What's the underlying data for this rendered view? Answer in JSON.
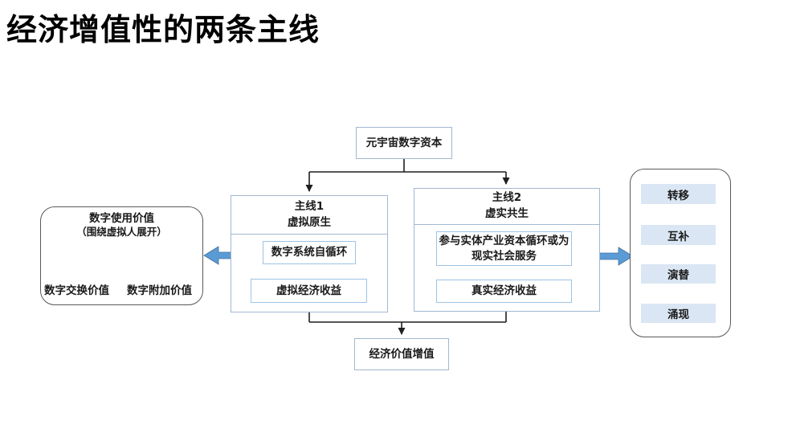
{
  "title": "经济增值性的两条主线",
  "flow": {
    "source": "元宇宙数字资本",
    "line1": {
      "name": "主线1",
      "subtitle": "虚拟原生",
      "step1": "数字系统自循环",
      "step2": "虚拟经济收益"
    },
    "line2": {
      "name": "主线2",
      "subtitle": "虚实共生",
      "step1": "参与实体产业资本循环或为现实社会服务",
      "step2": "真实经济收益"
    },
    "result": "经济价值增值"
  },
  "left_panel": {
    "apex_label": "数字使用价值",
    "apex_note": "（围绕虚拟人展开）",
    "bottom_left_label": "数字交换价值",
    "bottom_right_label": "数字附加价值"
  },
  "right_panel": {
    "items": [
      "转移",
      "互补",
      "演替",
      "涌现"
    ]
  },
  "colors": {
    "box_border": "#a3b7d2",
    "inner_box_border": "#9dc3e6",
    "panel_border": "#595959",
    "light_fill": "#dae6f3",
    "arrow_blue": "#5b9bd5",
    "arrow_dark_blue": "#2e75b6",
    "connector": "#1f1f1f",
    "title_color": "#000000"
  }
}
